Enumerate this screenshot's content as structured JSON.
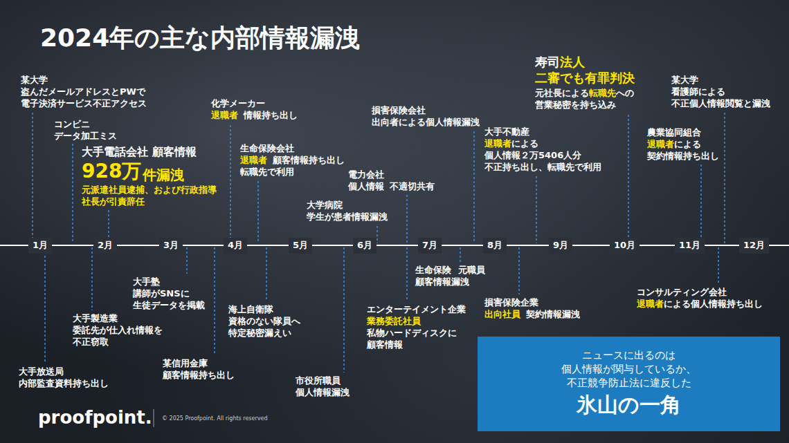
{
  "diagram": {
    "title": "2024年の主な内部情報漏洩",
    "nodes": [
      {
        "text": [
          "ニュースに出るのは 個人情報が関与しているか、 不正競争防止法に違反した",
          "氷山の一角"
        ]
      }
    ],
    "labels": [
      "某大学",
      "盗んだメールアドレスとPWで",
      "電子決済サービス不正アクセス",
      "コンビニ",
      "データ加工ミス",
      "大手電話会社 顧客情報",
      "928万",
      "件漏洩",
      "元派遣社員逮捕、および行政指導",
      "社長が引責辞任",
      "化学メーカー",
      "退職者",
      "情報持ち出し",
      "生命保険会社",
      "退職者",
      "顧客情報持ち出し",
      "転職先で利用",
      "大学病院",
      "学生が患者情報漏洩",
      "電力会社",
      "個人情報",
      "不適切共有",
      "損害保険会社",
      "出向者による個人情報漏洩",
      "大手不動産",
      "退職者",
      "による",
      "個人情報２万5406人分",
      "不正持ち出し、転職先で利用",
      "寿司",
      "法人",
      "二審でも有罪判決",
      "元社長による",
      "転職先",
      "への",
      "営業秘密を持ち込み",
      "某大学",
      "看護師による",
      "不正個人情報閲覧と漏洩",
      "農業協同組合",
      "退職者",
      "による",
      "契約情報持ち出し",
      "大手放送局",
      "内部監査資料持ち出し",
      "大手製造業",
      "委託先が仕入れ情報を",
      "不正窃取",
      "大手塾",
      "講師がSNSに",
      "生徒データを掲載",
      "某信用金庫",
      "顧客情報持ち出し",
      "海上自衛隊",
      "資格のない隊員へ",
      "特定秘密漏えい",
      "市役所職員",
      "個人情報漏洩",
      "エンターテイメント企業",
      "業務委託社員",
      "私物ハードディスクに",
      "顧客情報",
      "生命保険",
      "元職員",
      "顧客情報漏洩",
      "損害保険企業",
      "出向社員",
      "契約情報漏洩",
      "コンサルティング会社",
      "退職者",
      "による個人情報持ち出し",
      "1月",
      "2月",
      "3月",
      "4月",
      "5月",
      "6月",
      "7月",
      "8月",
      "9月",
      "10月",
      "11月",
      "12月",
      "proofpoint.",
      "© 2025 Proofpoint. All rights reserved"
    ]
  }
}
